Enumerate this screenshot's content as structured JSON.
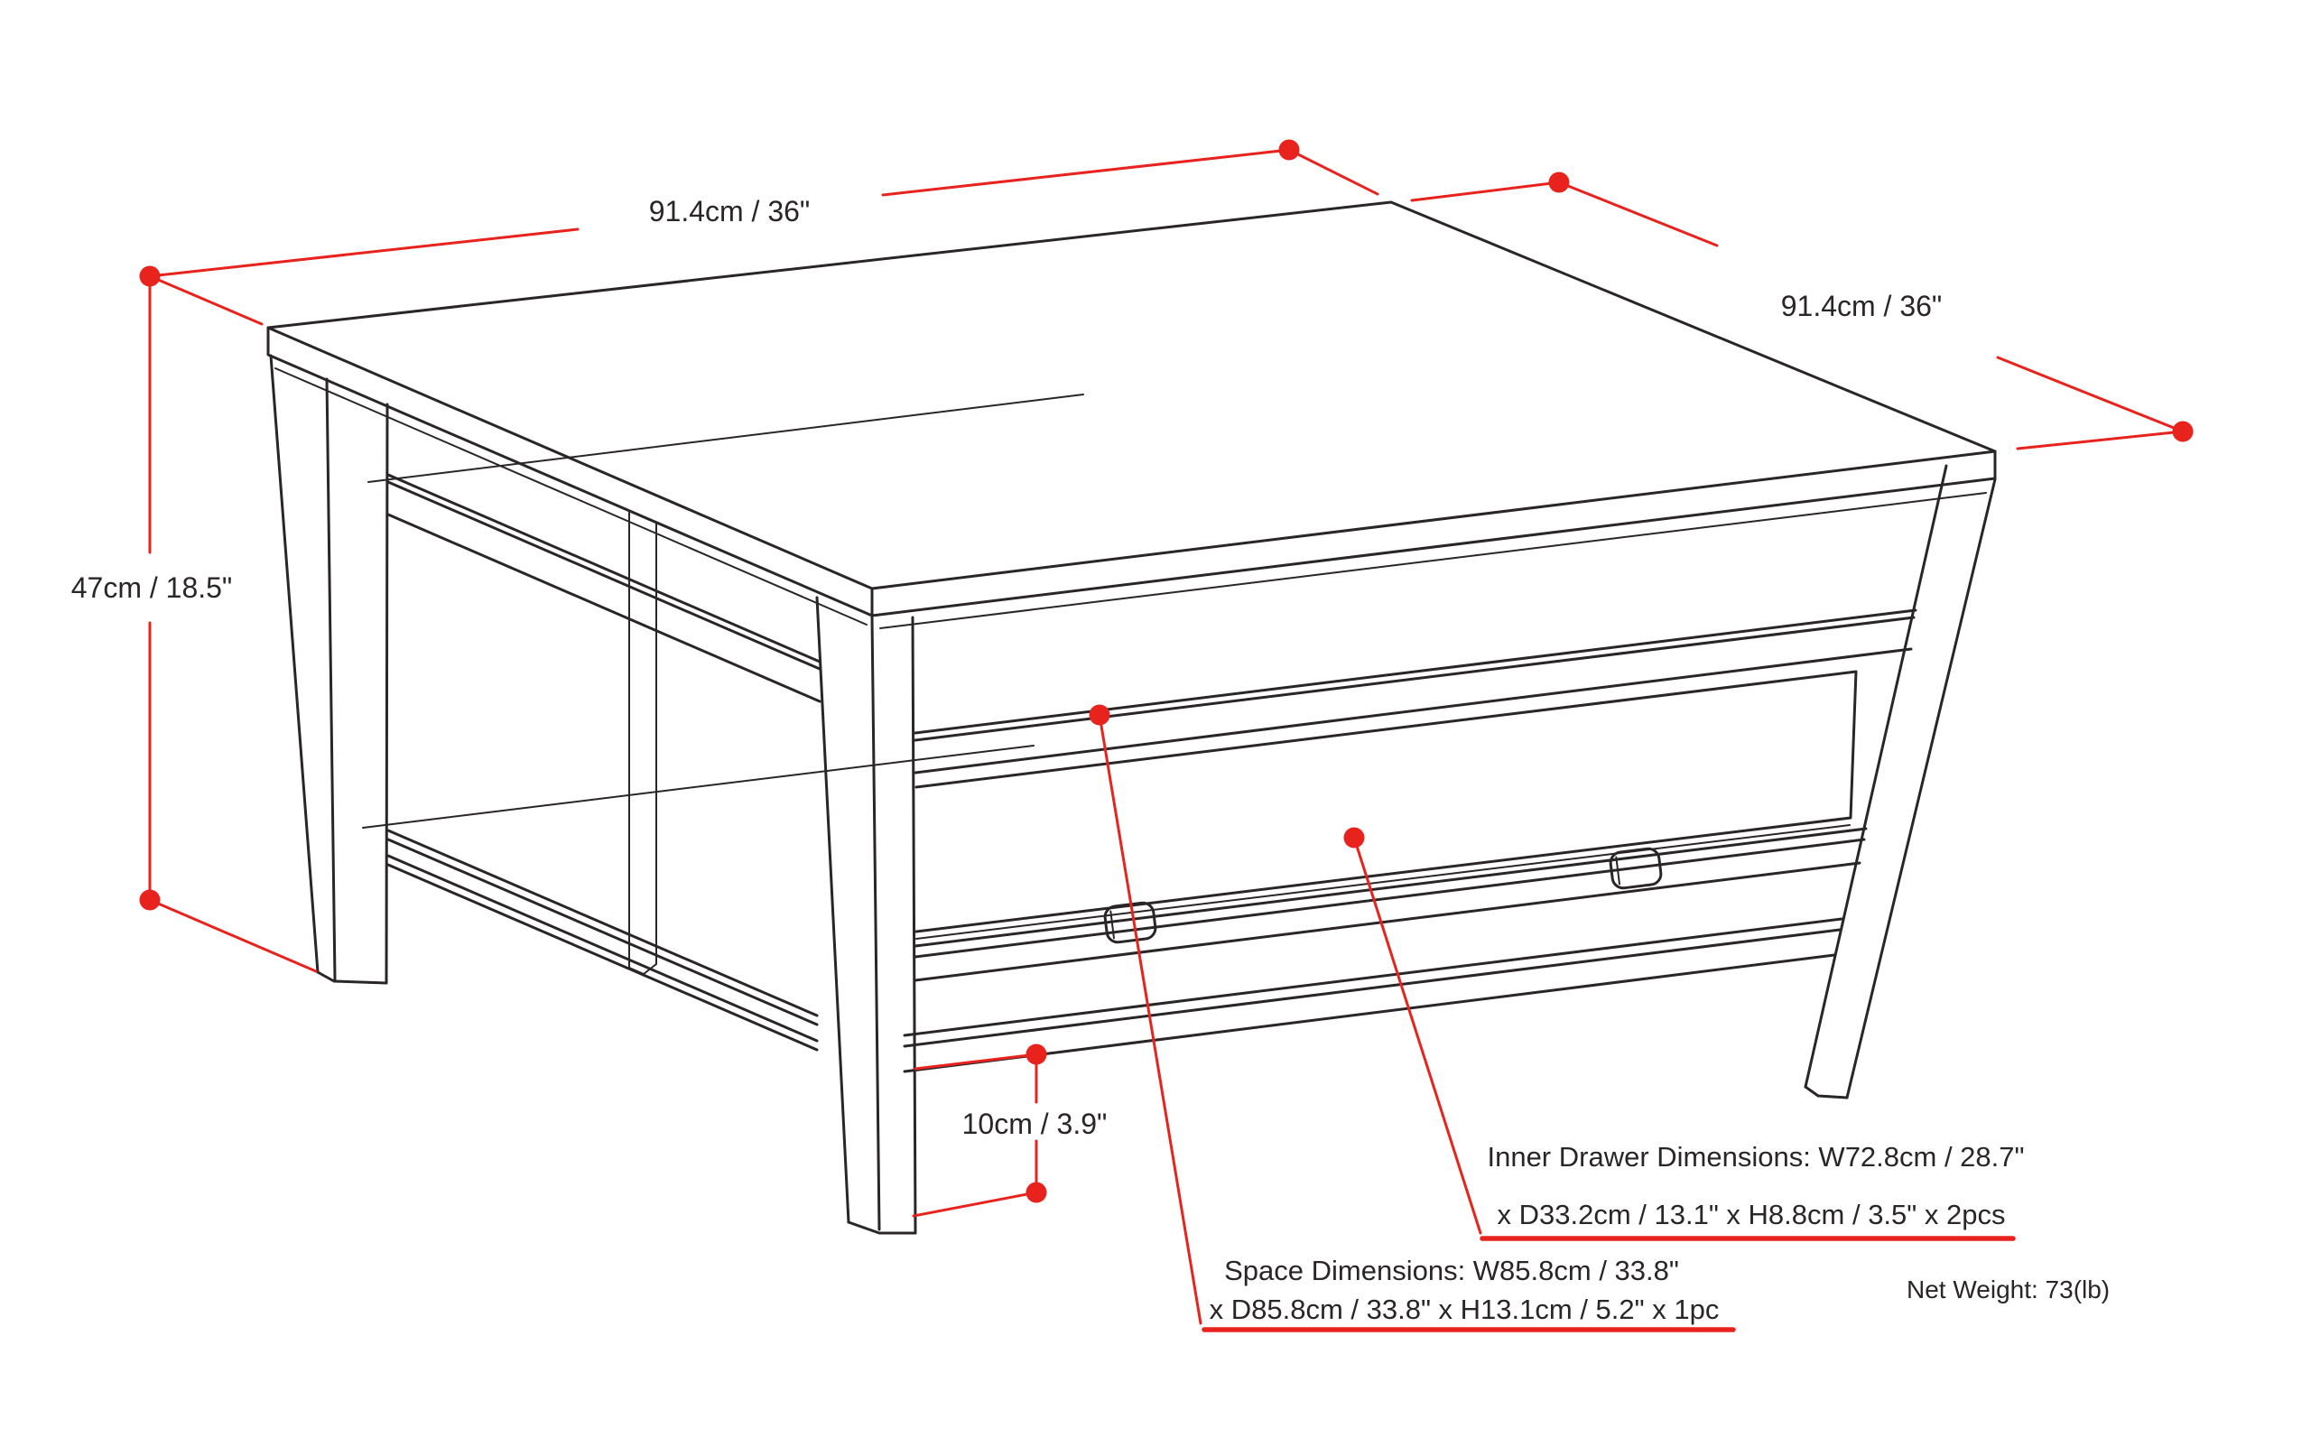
{
  "diagram": {
    "subject": "Square coffee table with open shelf, lower stretcher and front drawer - isometric line drawing with dimension callouts",
    "annotations": {
      "top_width": "91.4cm / 36\"",
      "top_depth": "91.4cm / 36\"",
      "height": "47cm / 18.5\"",
      "clearance": "10cm / 3.9\"",
      "inner_drawer_line1": "Inner Drawer Dimensions: W72.8cm / 28.7\"",
      "inner_drawer_line2": "x D33.2cm / 13.1\" x H8.8cm / 3.5\" x 2pcs",
      "space_line1": "Space Dimensions: W85.8cm / 33.8\"",
      "space_line2": "x D85.8cm / 33.8\" x H13.1cm / 5.2\" x 1pc",
      "net_weight": "Net Weight: 73(lb)"
    },
    "colors": {
      "dimension_red": "#e8231d",
      "line_art": "#2a2627",
      "background": "#ffffff"
    }
  }
}
